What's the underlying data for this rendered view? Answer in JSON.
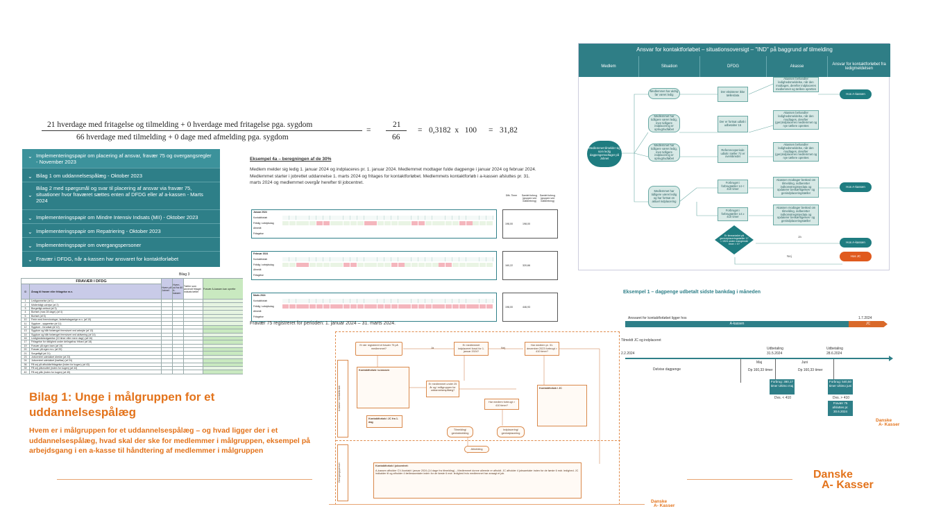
{
  "formula": {
    "numerator": "21 hverdage med fritagelse og tilmelding + 0 hverdage med fritagelse pga. sygdom",
    "denominator": "66 hverdage med tilmelding + 0 dage med afmelding pga. sygdom",
    "eq1": "=",
    "frac_num": "21",
    "frac_den": "66",
    "eq2": "=",
    "result_expr": "0,3182  x   100",
    "eq3": "=",
    "result": "31,82"
  },
  "accordion": {
    "items": [
      {
        "label": "Implementeringspapir om placering af ansvar, fravær 75 og overgangsregler - November 2023"
      },
      {
        "label": "Bilag 1 om uddannelsespålæg - Oktober 2023"
      },
      {
        "label": "Bilag 2 med spørgsmål og svar til placering af ansvar via fravær 75, situationer hvor fraværet sættes enten af DFDG eller af a-kassen - Marts 2024"
      },
      {
        "label": "Implementeringspapir om Mindre Intensiv Indsats (MII) - Oktober 2023"
      },
      {
        "label": "Implementeringspapir om Repatriering - Oktober 2023"
      },
      {
        "label": "Implementeringspapir om overgangspersoner"
      },
      {
        "label": "Fravær i DFDG, når a-kassen har ansvaret for kontaktforløbet"
      }
    ]
  },
  "fravaer_table": {
    "bilag": "Bilag 3",
    "title": "FRAVÆR I DFDG",
    "col_id": "ID",
    "col_arsag": "Årsag til fravær eller fritagelse m.v.",
    "col_a": "Hvem på Jobnet",
    "col_b": "Hvem- ud fra 60 A- kassen",
    "col_c": "Tæller som anvendt fritaget indsats tæller",
    "col_d": "Fravær A-kassen kan oprette",
    "rows": [
      {
        "id": "1",
        "label": "Lediganmelse (af 1)"
      },
      {
        "id": "2",
        "label": "Midlertidigt udrejse (af 2)"
      },
      {
        "id": "3",
        "label": "Borgerligt ombud (af 3)"
      },
      {
        "id": "4",
        "label": "Bortset (max 28 dage) (af 4)"
      },
      {
        "id": "5",
        "label": "Bortset (af 5)"
      },
      {
        "id": "10",
        "label": "Ferie med fremvisninger, fødselsdagarrige m.v. (af 10)"
      },
      {
        "id": "11",
        "label": "Sygdom - opgørelse (af 11)"
      },
      {
        "id": "12",
        "label": "Sygdom - forudsat (af 12)"
      },
      {
        "id": "13",
        "label": "Sygdom og håb forlænget fremvisert ved arbejde (af 13)"
      },
      {
        "id": "14",
        "label": "Sygdom og håb forlænget fremvisert ved aktivering (af 14)"
      },
      {
        "id": "16",
        "label": "Ledighedsbedgørelse (10 timer eller mere dagl.) (af 16)"
      },
      {
        "id": "17",
        "label": "Fritagelse for rådighed under delingsfrav. fribavl (af 18)"
      },
      {
        "id": "19",
        "label": "Fravær på egen barn (af 19)"
      },
      {
        "id": "20",
        "label": "Fravær på egen m.v. (af 20)"
      },
      {
        "id": "21",
        "label": "Sorgetilgå (af 21)"
      },
      {
        "id": "23",
        "label": "Jobcentret udelukket direkte (af 23)"
      },
      {
        "id": "24",
        "label": "Jobcentret udelukket (barfløs) (af 24)"
      },
      {
        "id": "36",
        "label": "På sej på afholdte/fritagelse (inden for kugen) (af 43)"
      },
      {
        "id": "39",
        "label": "På sej påsmuttet (inden for kugen) (af 44)"
      },
      {
        "id": "40",
        "label": "På sej påk (inden for kugen) (af 45)"
      }
    ]
  },
  "bilag1": {
    "heading": "Bilag 1: Unge i målgruppen for et uddannelsespålæg",
    "subheading": "Hvem er i målgruppen for et uddannelsespålæg – og hvad ligger der i et uddannelsespålæg, hvad skal der ske for medlemmer i målgruppen, eksempel på arbejdsgang i en a-kasse til håndtering af medlemmer i målgruppen"
  },
  "example4a": {
    "title": "Eksempel 4a – beregningen af de 30%",
    "text": "Medlem melder sig ledig 1. januar 2024 og indplaceres pr. 1. januar 2024. Medlemmet modtager fulde dagpenge i januar 2024 og februar 2024. Medlemmet starter i jobrettet uddannelse 1. marts 2024 og fritages for kontaktforløbet. Medlemmets kontaktforløb i a-kassen afsluttes pr. 31. marts 2024 og medlemmet overgår herefter til jobcentret.",
    "col_dfdg": "Difk. Timer",
    "col_samlet": "Samlet forbrug (gruppen ved indberetning)",
    "col_samlet2": "Samlet forbrug (gruppen ved indberetning)",
    "row_labels": [
      "Kontaktforløb",
      "Fritidig i arbejdsdag",
      "Afmeldt",
      "Fritagelse"
    ],
    "months": [
      {
        "name": "Januar 2024",
        "val1": "198,00",
        "val2": "198,00"
      },
      {
        "name": "Februar 2024",
        "val1": "160,22",
        "val2": "320,66"
      },
      {
        "name": "Marts 2024",
        "val1": "198,00",
        "val2": "446,93"
      }
    ],
    "footer": "Fravær 75 registreret for perioden: 1. januar 2024 – 31. marts 2024."
  },
  "swimlane": {
    "title": "Ansvar for kontaktforløbet – situationsoversigt – \"IND\" på baggrund af tilmelding",
    "headers": [
      "Medlem",
      "Situation",
      "DFDG",
      "Akasse",
      "Ansvar for kontaktforløbet fra ledigmeldelsen"
    ],
    "start": "Medlemmet tilmelder sig som ledig dagpengemodtager på Jobnet",
    "situations": [
      "Medlemmet har aldrig før været ledig",
      "Medlemmet har tidligere været ledig, men tidligere indplacering er optrugt/udløbet",
      "Medlemmet har tidligere været ledig, men tidligere indplacering er optrugt/udløbet",
      "Medlemmet har tidligere været ledig og har fortsat en aktuel indplacering"
    ],
    "dfdg": [
      "Der eksisterer ikke tællerdata",
      "Der er fortsat udløb i udbetalter 15",
      "Referenceperiode udløb i tæller 72 er overskredet",
      "Forbruget i forbrugtæller 14 < 410 timer",
      "Forbruget i forbrugtæller 14 ≥ 410 timer"
    ],
    "akasse": [
      "Akassen behandler ledighedsmeldelse, når den modtages, derefter indplaceres medlemmet og tællere oprettes",
      "Akassen behandler ledighedsmeldelse, når den modtages, derefter (gen)indplaceres medlemmet og nye tællere oprettes",
      "Akassen behandler ledighedsmeldelse, når den modtages, derefter (gen)indplaceres medlemmet og nye tællere oprettes",
      "Akassen modtager besked om tilmelding, indberetter indkomstregisterdata og opdaterer beskæftigelses- og genindplaceringstæller",
      "Akassen modtager besked om tilmelding, indberetter indkomstregisterdata og opdaterer beskæftigelses- og genindplaceringstæller"
    ],
    "decision": "Er timeantallet på genindplaceringstæller 17 < 1924 under manglende timer > 0?",
    "ja": "Ja",
    "nej": "Nej",
    "results": [
      "Hos A-kassen",
      "Hos A-kassen",
      "Hos A-kassen",
      "Hos JC"
    ]
  },
  "example1": {
    "title": "Eksempel 1 – dagpenge udbetalt sidste bankdag i måneden",
    "responsibility": "Ansvaret for kontaktforløbet ligger hos",
    "date_end": "1.7.2024",
    "band_akassen": "A-kassen",
    "band_jc": "JC",
    "start_label": "Tilmeldt JC og indplaceret",
    "start_date": "2.2.2024",
    "pay1_label": "Udbetaling",
    "pay1_date": "31.5.2024",
    "pay2_label": "Udbetaling",
    "pay2_date": "28.6.2024",
    "delvise": "Delvise dagpenge",
    "maj": "Maj",
    "juni": "Juni",
    "dp1": "Dp 160,33 timer",
    "dp2": "Dp 160,33 timer",
    "forbrug1": "Forbrug: 380,17 timer Ultimo maj",
    "forbrug1b": "Dvs. < 410",
    "forbrug2": "Forbrug: 540,50 timer Ultimo juni",
    "forbrug2b": "Dvs. > 410",
    "fravaer": "Fravær 75 afsluttes pr. 30.6.2024"
  },
  "flow": {
    "q1": "Er der registreret et fravær 75 på medlemmet?",
    "q2": "Er medlemmet indplaceret forud for 1. januar 2024?",
    "q3": "Har medlem pr. 31. december 2023 forbrugt > 410 timer?",
    "kontakt_akassen": "Kontaktforløb i a-kassen",
    "kontakt_jc": "Kontaktforløb i JC",
    "kontakt_jc_fra": "Kontaktforløb i JC fra 1. dag",
    "q_under30": "Er medlemmet under 25 år og i målgruppen for uddannelsespålæg?",
    "q4": "Har medlem forbrugt > 410 timer?",
    "box1": "Tilmelding/ genindmelding",
    "box2": "Indplacering/ genindplacering",
    "box3": "Afmelding",
    "ja": "Ja",
    "nej": "Nej",
    "lane1": "A-kasse / kontaktforløb",
    "lane2": "Overgangsperson",
    "kontakt_jc_bottom": "Kontaktforløb i jobcentret:",
    "bottom_text": "A-kassen afholder CV-/kontakt i januar 2024 (14 dage fra tilmelding) – Medlemmet donne allerede er afholdt. JC afholder 4 jobsamtaler inden for de første 6 mdr. ledighed. JC indkalder til og afholder 4 fællessamtaler inden for de første 6 mdr. ledighed hvis medlemmet har ansøgt et job."
  },
  "logos": [
    {
      "line1": "Danske",
      "line2": "A- Kasser"
    },
    {
      "line1": "Danske",
      "line2": "A- Kasser"
    },
    {
      "line1": "Danske",
      "line2": "A- Kasser"
    }
  ],
  "colors": {
    "teal": "#2e7f88",
    "orange": "#e3731b",
    "mint": "#d7e9e6",
    "pink": "#f4b6bd",
    "lightgreen": "#c9e9c0"
  }
}
